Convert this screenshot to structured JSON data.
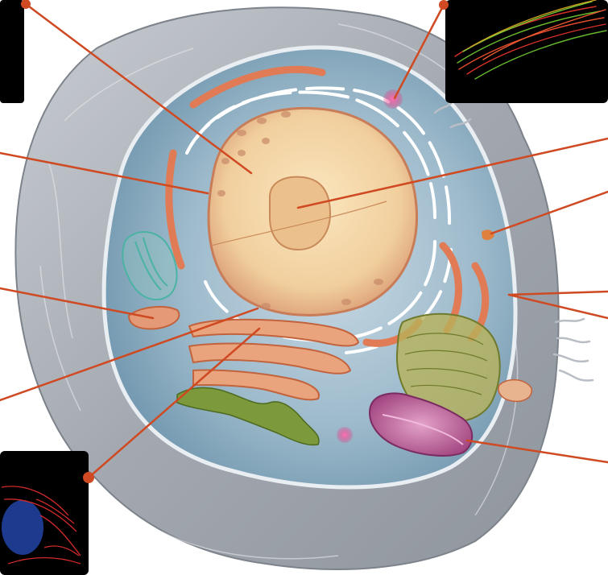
{
  "colors": {
    "leader_line": "#cf4a22",
    "cell_outer": "#a9aeb6",
    "cytoplasm": "#7fa4bc",
    "nucleus": "#f1cf9d",
    "nucleolus": "#ecc08c",
    "er": "#e07b55",
    "golgi_green": "#7c9a3c",
    "mitochondrion": "#b3508f",
    "vesicle": "#e0337e",
    "inset_bg": "#000000"
  },
  "icons": [
    "cell-membrane-illustration",
    "nucleus-illustration",
    "nucleolus-illustration",
    "endoplasmic-reticulum-illustration",
    "golgi-apparatus-illustration",
    "mitochondrion-illustration",
    "vesicle-illustration",
    "microscopy-inset-image"
  ]
}
